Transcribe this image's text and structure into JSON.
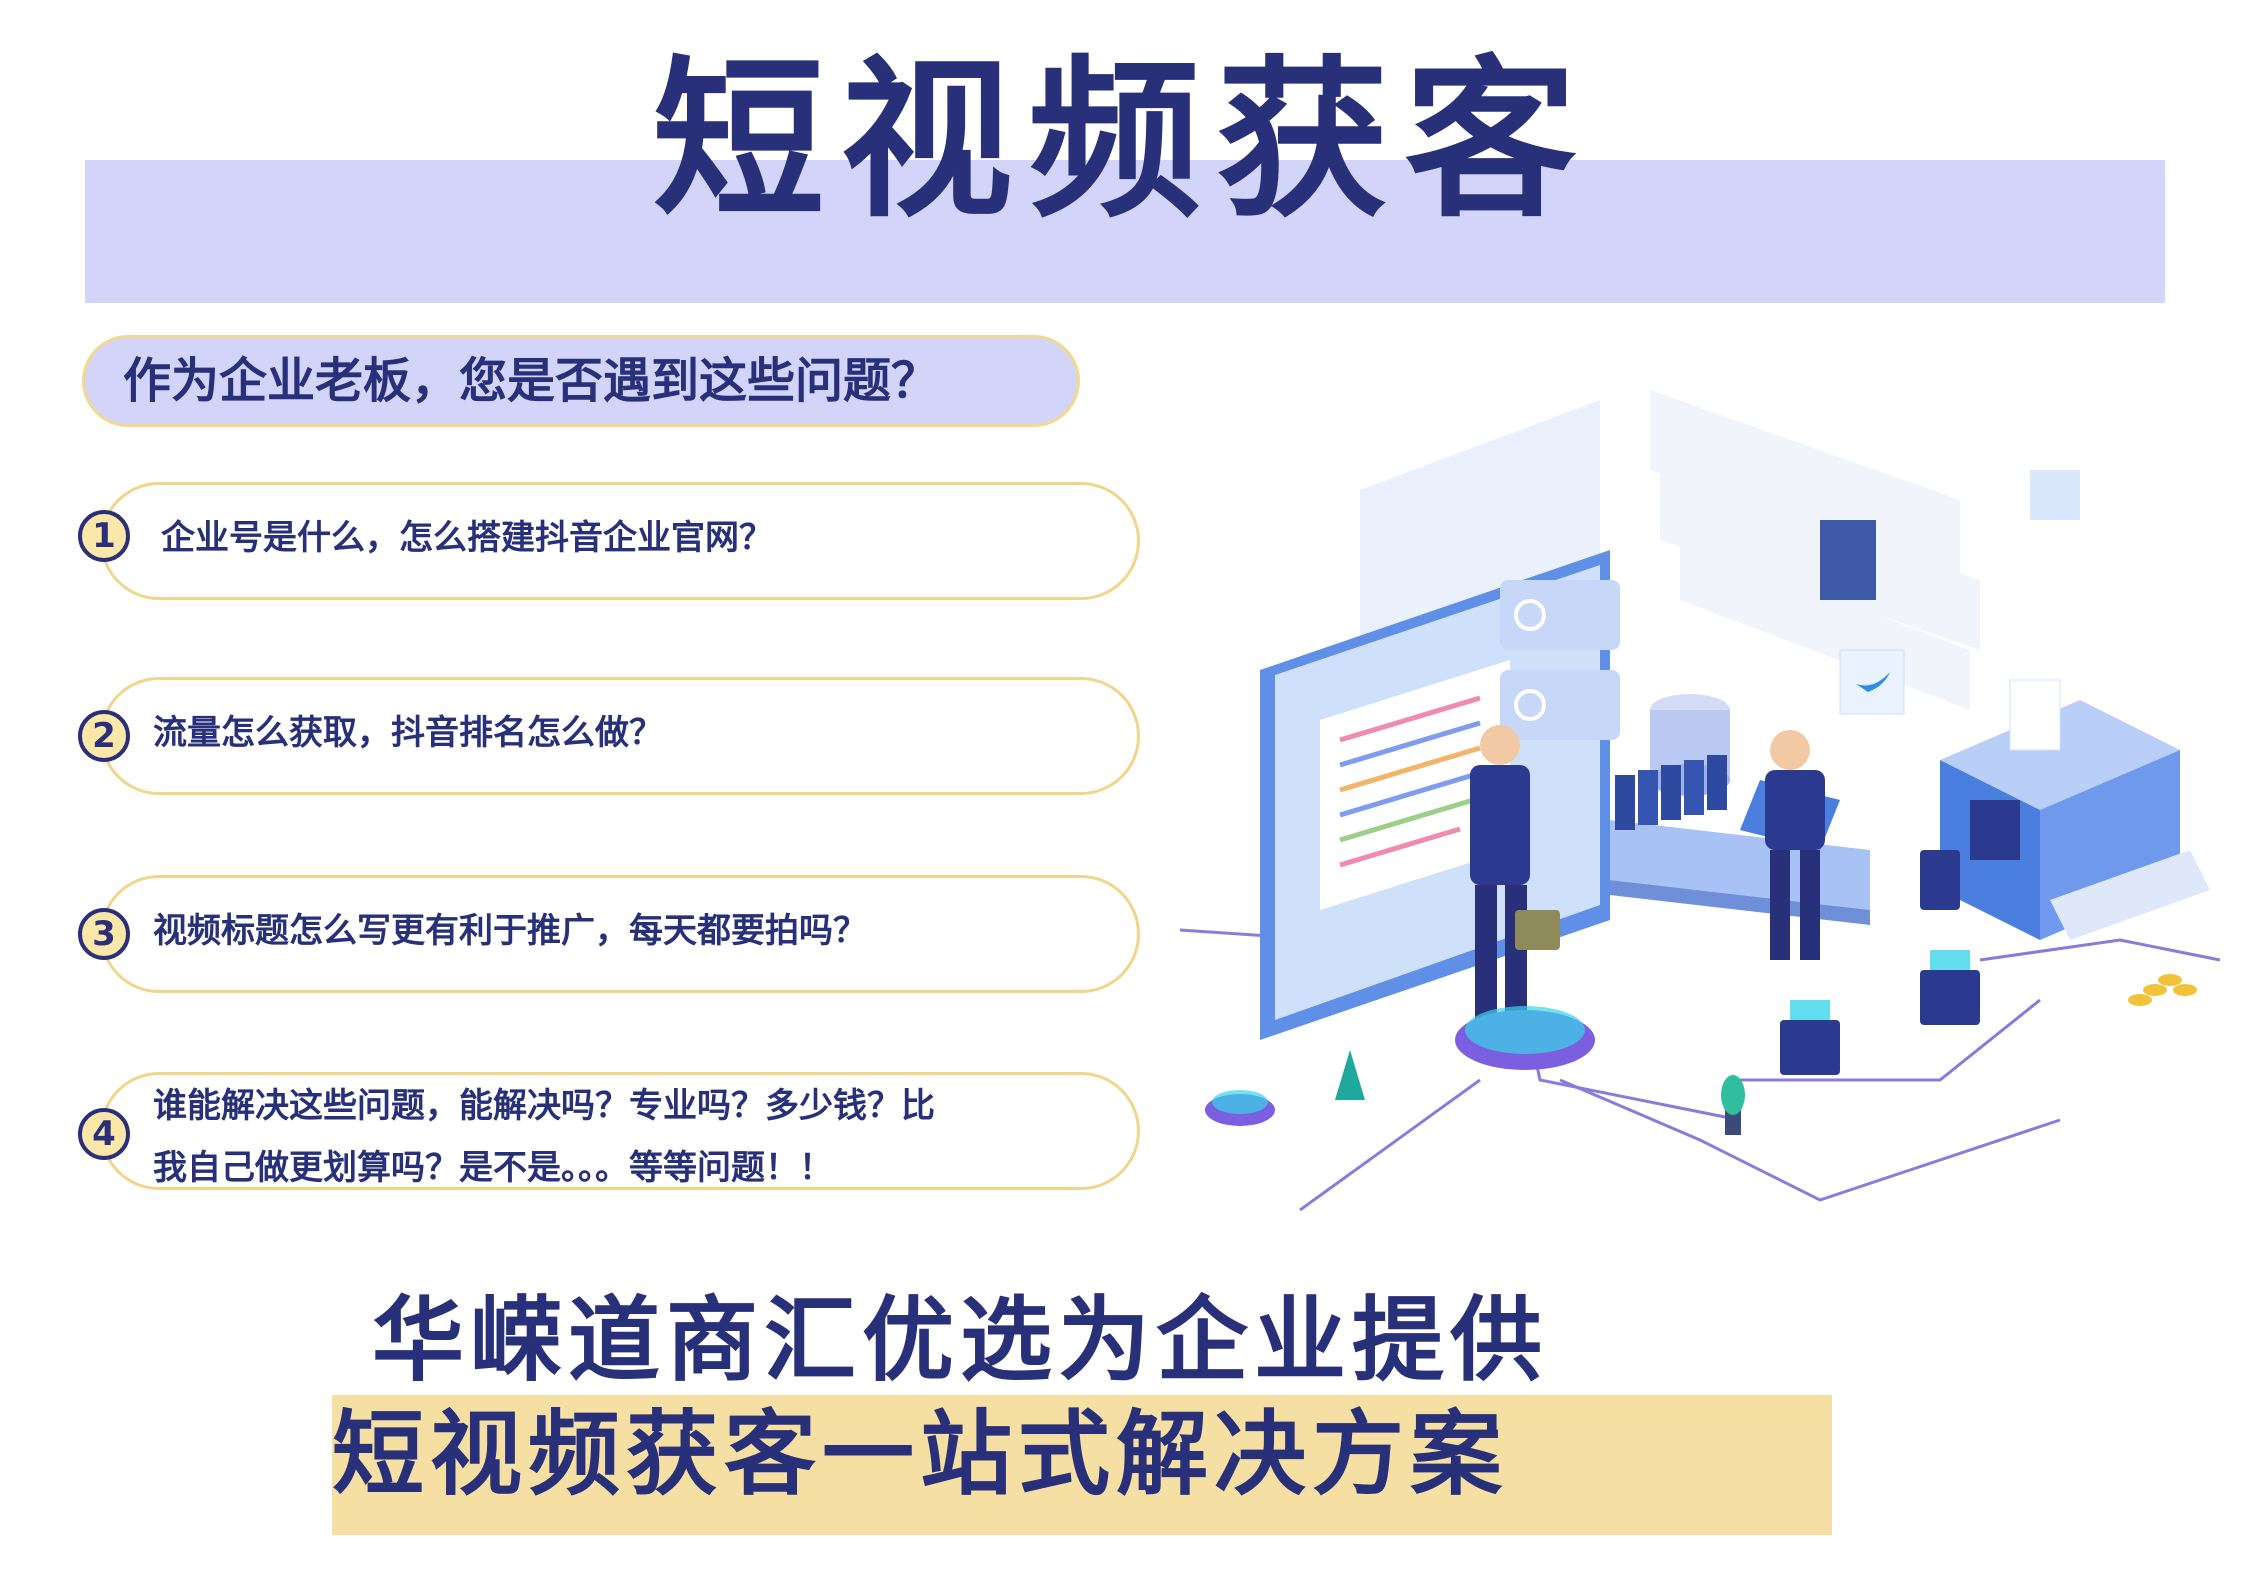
{
  "header": {
    "title": "短视频获客"
  },
  "questions": {
    "heading": "作为企业老板，您是否遇到这些问题？",
    "items": [
      {
        "number": "1",
        "text": "企业号是什么，怎么搭建抖音企业官网？"
      },
      {
        "number": "2",
        "text": "流量怎么获取，抖音排名怎么做？"
      },
      {
        "number": "3",
        "text": "视频标题怎么写更有利于推广，每天都要拍吗？"
      },
      {
        "number": "4",
        "line1": "谁能解决这些问题，能解决吗？专业吗？多少钱？比",
        "line2": "我自己做更划算吗？是不是。。。等等问题！！"
      }
    ]
  },
  "footer": {
    "line1": "华嵘道商汇优选为企业提供",
    "line2": "短视频获客一站式解决方案"
  },
  "colors": {
    "primary": "#283079",
    "lavender": "#d3d4fa",
    "gold": "#f6dfa3",
    "accent_blue": "#4a7fe0",
    "accent_cyan": "#39d4e8"
  }
}
